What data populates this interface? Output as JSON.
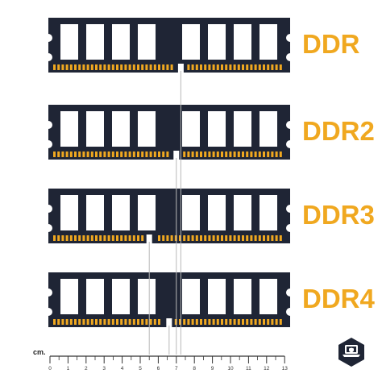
{
  "colors": {
    "board": "#1f2535",
    "chip": "#ffffff",
    "contact": "#f0a820",
    "label": "#f0a820",
    "guide": "#b8b8b8",
    "ruler": "#333333",
    "logo": "#1f2535"
  },
  "modules": [
    {
      "label": "DDR",
      "notch_cm": 7.25
    },
    {
      "label": "DDR2",
      "notch_cm": 7.0
    },
    {
      "label": "DDR3",
      "notch_cm": 5.5
    },
    {
      "label": "DDR4",
      "notch_cm": 6.6
    }
  ],
  "ruler": {
    "unit": "cm.",
    "ticks": [
      "0",
      "1",
      "2",
      "3",
      "4",
      "5",
      "6",
      "7",
      "8",
      "9",
      "10",
      "11",
      "12",
      "13"
    ]
  },
  "logo": {
    "icon": "laptop-shield-icon"
  }
}
